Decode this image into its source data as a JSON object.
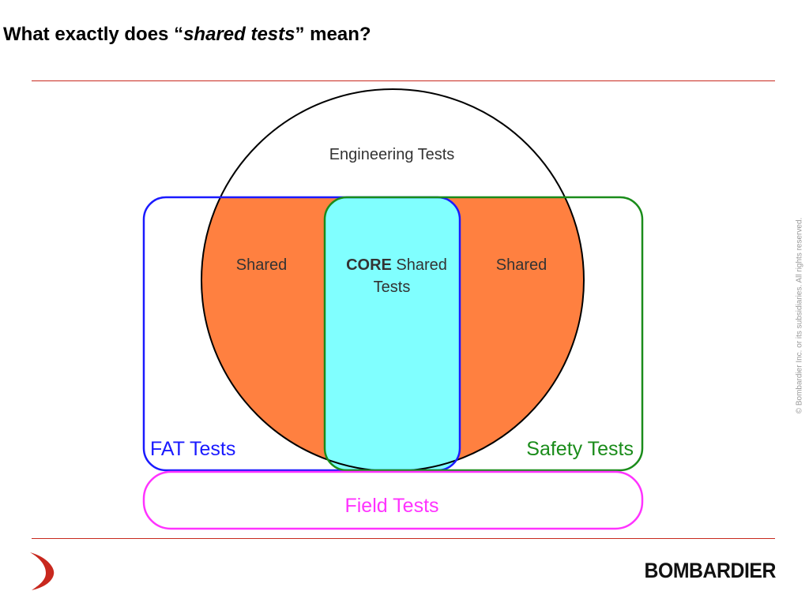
{
  "slide": {
    "title_prefix": "What exactly does “",
    "title_emphasis": "shared tests",
    "title_suffix": "” mean?",
    "copyright": "© Bombardier Inc. or its subsidiaries. All rights reserved.",
    "brand": "BOMBARDIER"
  },
  "colors": {
    "rule": "#c8281e",
    "engineering": "#000000",
    "fat": "#1a1aff",
    "safety": "#1a8c1a",
    "field": "#ff33ff",
    "shared_fill": "#ff8040",
    "core_fill": "#80ffff",
    "label": "#333333"
  },
  "diagram": {
    "engineering_label": "Engineering Tests",
    "shared_left_label": "Shared",
    "shared_right_label": "Shared",
    "core_bold": "CORE",
    "core_rest": " Shared",
    "core_line2": "Tests",
    "fat_label": "FAT Tests",
    "safety_label": "Safety Tests",
    "field_label": "Field Tests"
  }
}
